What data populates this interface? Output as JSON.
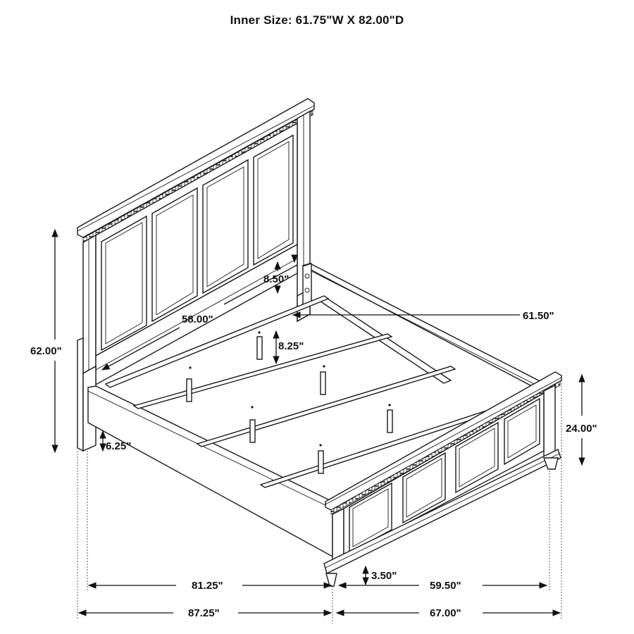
{
  "title": "Inner Size: 61.75\"W X 82.00\"D",
  "dimensions": {
    "overall_height": "62.00\"",
    "headboard_panel_gap": "8.50\"",
    "headboard_inner_width": "58.00\"",
    "rail_inner_width": "61.50\"",
    "slat_height": "8.25\"",
    "headboard_leg_clearance": "6.25\"",
    "footboard_height": "24.00\"",
    "footboard_leg_clearance": "3.50\"",
    "inner_length": "81.25\"",
    "inner_width_footboard": "59.50\"",
    "overall_length": "87.25\"",
    "overall_width": "67.00\""
  },
  "colors": {
    "line": "#1a1a1a",
    "background": "#ffffff"
  }
}
